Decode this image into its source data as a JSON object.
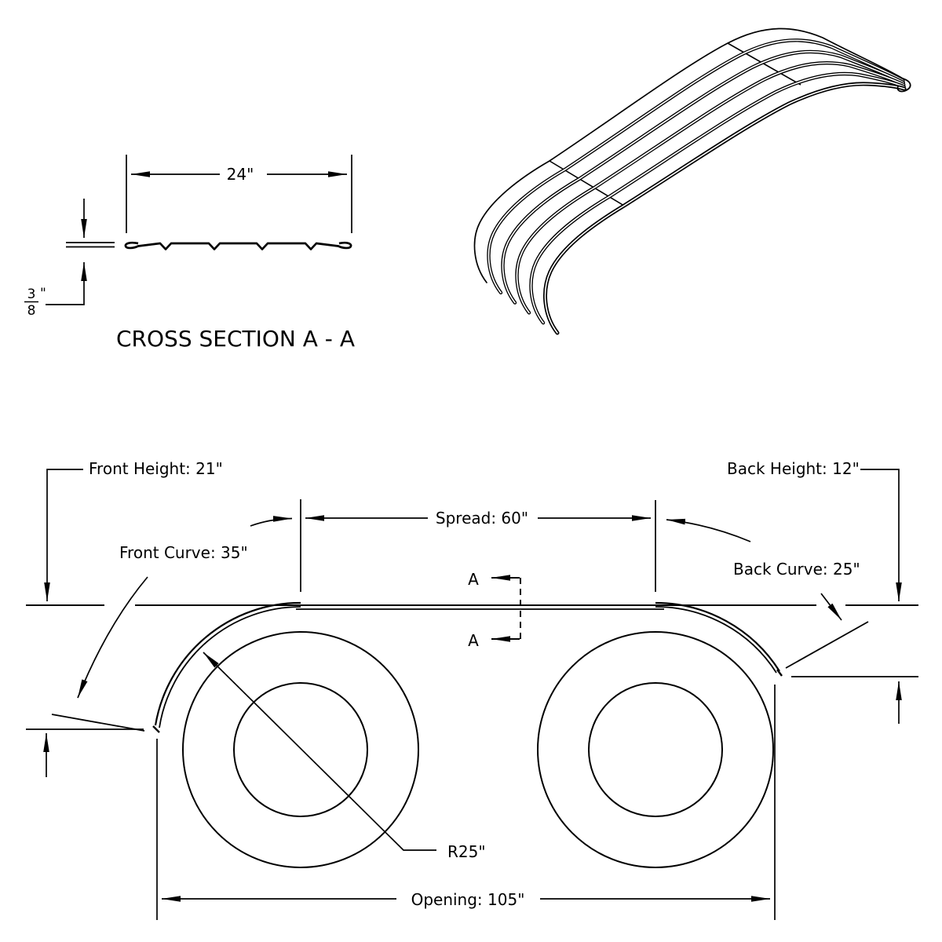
{
  "drawing": {
    "cross_section": {
      "title": "CROSS SECTION A - A",
      "width_dim": "24\"",
      "thickness_numerator": "3",
      "thickness_denominator": "8",
      "thickness_unit": "\""
    },
    "side_view": {
      "front_height": "Front Height: 21\"",
      "back_height": "Back Height: 12\"",
      "spread": "Spread: 60\"",
      "front_curve": "Front Curve: 35\"",
      "back_curve": "Back Curve: 25\"",
      "radius": "R25\"",
      "opening": "Opening: 105\"",
      "section_letter": "A"
    },
    "colors": {
      "line": "#000000",
      "background": "#ffffff"
    }
  }
}
